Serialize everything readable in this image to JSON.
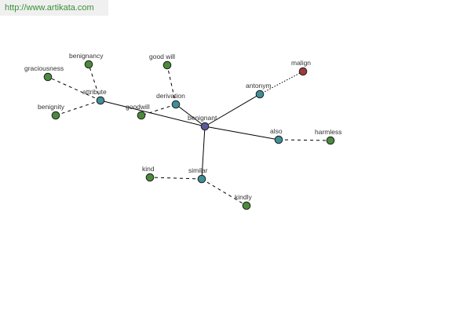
{
  "header": {
    "url": "http://www.artikata.com"
  },
  "colors": {
    "center": "#5a5a9a",
    "relation": "#3f8f96",
    "word": "#4a8a3c",
    "antonym_word": "#a03a3a",
    "edge": "#000000"
  },
  "graph": {
    "nodes": [
      {
        "id": "benignant",
        "label": "benignant",
        "kind": "center"
      },
      {
        "id": "attribute",
        "label": "attribute",
        "kind": "relation"
      },
      {
        "id": "derivation",
        "label": "derivation",
        "kind": "relation"
      },
      {
        "id": "antonym",
        "label": "antonym",
        "kind": "relation"
      },
      {
        "id": "also",
        "label": "also",
        "kind": "relation"
      },
      {
        "id": "similar",
        "label": "similar",
        "kind": "relation"
      },
      {
        "id": "graciousness",
        "label": "graciousness",
        "kind": "word"
      },
      {
        "id": "benignancy",
        "label": "benignancy",
        "kind": "word"
      },
      {
        "id": "benignity",
        "label": "benignity",
        "kind": "word"
      },
      {
        "id": "goodwill",
        "label": "goodwill",
        "kind": "word"
      },
      {
        "id": "good_will",
        "label": "good will",
        "kind": "word"
      },
      {
        "id": "malign",
        "label": "malign",
        "kind": "antonym_word"
      },
      {
        "id": "harmless",
        "label": "harmless",
        "kind": "word"
      },
      {
        "id": "kind",
        "label": "kind",
        "kind": "word"
      },
      {
        "id": "kindly",
        "label": "kindly",
        "kind": "word"
      }
    ],
    "edges": [
      {
        "from": "benignant",
        "to": "attribute",
        "style": "solid"
      },
      {
        "from": "benignant",
        "to": "derivation",
        "style": "solid"
      },
      {
        "from": "benignant",
        "to": "antonym",
        "style": "solid"
      },
      {
        "from": "benignant",
        "to": "also",
        "style": "solid"
      },
      {
        "from": "benignant",
        "to": "similar",
        "style": "solid"
      },
      {
        "from": "attribute",
        "to": "graciousness",
        "style": "dashed"
      },
      {
        "from": "attribute",
        "to": "benignancy",
        "style": "dashed"
      },
      {
        "from": "attribute",
        "to": "benignity",
        "style": "dashed"
      },
      {
        "from": "derivation",
        "to": "goodwill",
        "style": "dashed"
      },
      {
        "from": "derivation",
        "to": "good_will",
        "style": "dashed"
      },
      {
        "from": "antonym",
        "to": "malign",
        "style": "dotted"
      },
      {
        "from": "also",
        "to": "harmless",
        "style": "dashed"
      },
      {
        "from": "similar",
        "to": "kind",
        "style": "dashed"
      },
      {
        "from": "similar",
        "to": "kindly",
        "style": "dashed"
      }
    ]
  }
}
